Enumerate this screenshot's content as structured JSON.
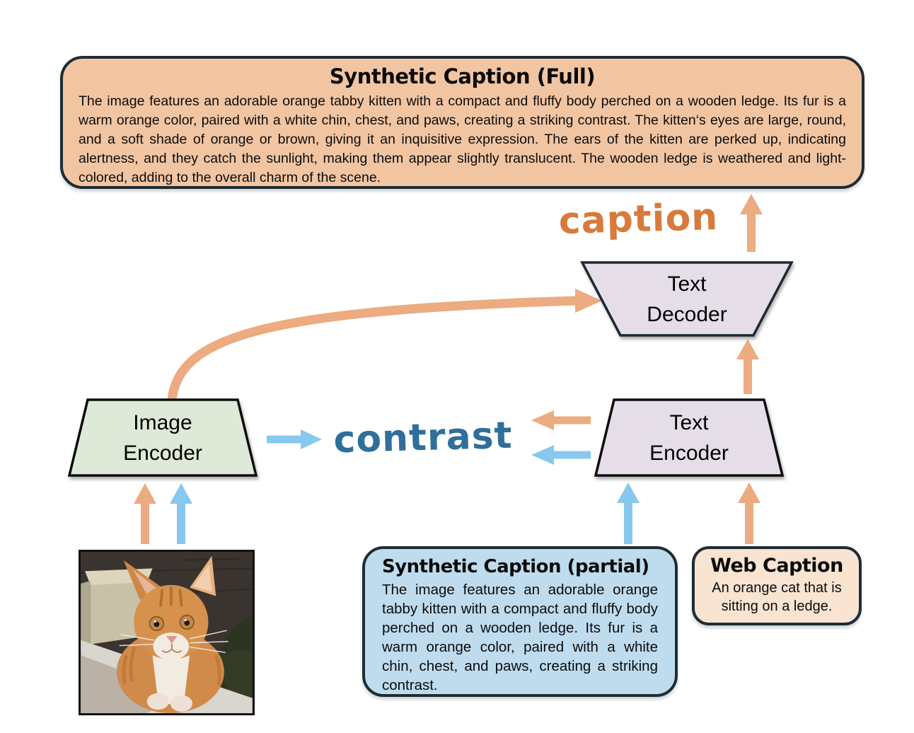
{
  "full_caption_box": {
    "title": "Synthetic Caption (Full)",
    "body": "The image features an adorable orange tabby kitten with a compact and fluffy body perched on a wooden ledge. Its fur is a warm orange color, paired with a white chin, chest, and paws, creating a striking contrast. The kitten‘s eyes are large, round, and a soft shade of orange or brown, giving it an inquisitive expression. The ears of the kitten are perked up, indicating alertness, and they catch the sunlight, making them appear slightly translucent. The wooden ledge is weathered and light-colored, adding to the overall charm of the scene."
  },
  "partial_caption_box": {
    "title": "Synthetic Caption (partial)",
    "body": "The image features an adorable orange tabby kitten with a compact and fluffy body perched on a wooden ledge. Its fur is a warm orange color, paired with a white chin, chest, and paws, creating a striking contrast."
  },
  "web_caption_box": {
    "title": "Web Caption",
    "body": "An orange cat that is sitting on a ledge."
  },
  "modules": {
    "text_decoder": {
      "line1": "Text",
      "line2": "Decoder"
    },
    "image_encoder": {
      "line1": "Image",
      "line2": "Encoder"
    },
    "text_encoder": {
      "line1": "Text",
      "line2": "Encoder"
    }
  },
  "flow_labels": {
    "caption": "caption",
    "contrast": "contrast"
  },
  "photo": {
    "description": "orange tabby kitten perched on a wooden ledge"
  },
  "colors": {
    "full_caption_fill": "#f2c5a2",
    "partial_caption_fill": "#bedcee",
    "web_caption_fill": "#f9e4d2",
    "image_encoder_fill": "#dfe9d8",
    "text_encoder_fill": "#e5dee9",
    "text_decoder_fill": "#e5dee9",
    "box_border": "#1e2d35",
    "orange_arrow": "#ecab80",
    "blue_arrow": "#88c8ee",
    "caption_word": "#d87a3b",
    "contrast_word": "#2f6f9a"
  }
}
